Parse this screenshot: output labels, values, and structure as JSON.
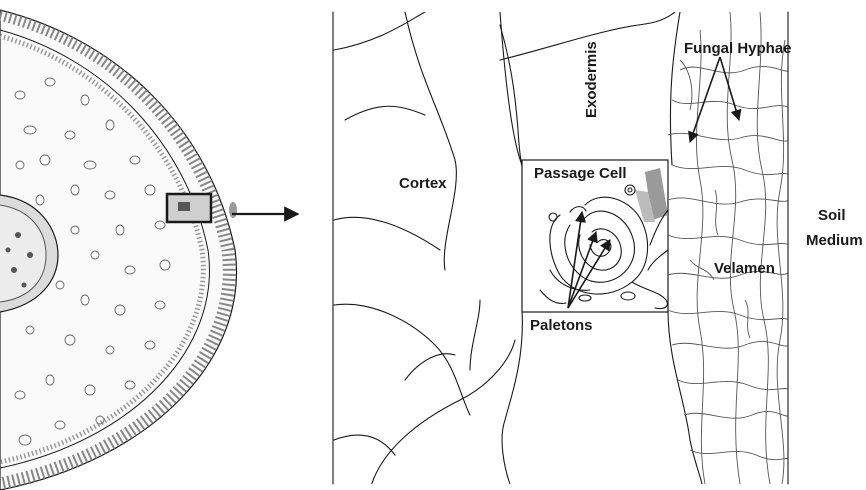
{
  "labels": {
    "fungal_hyphae": "Fungal Hyphae",
    "exodermis": "Exodermis",
    "cortex": "Cortex",
    "passage_cell": "Passage Cell",
    "soil": "Soil",
    "medium": "Medium",
    "velamen": "Velamen",
    "paletons": "Paletons"
  },
  "colors": {
    "line": "#1a1a1a",
    "shading": "#9a9a9a",
    "root_fill": "#ececec"
  }
}
